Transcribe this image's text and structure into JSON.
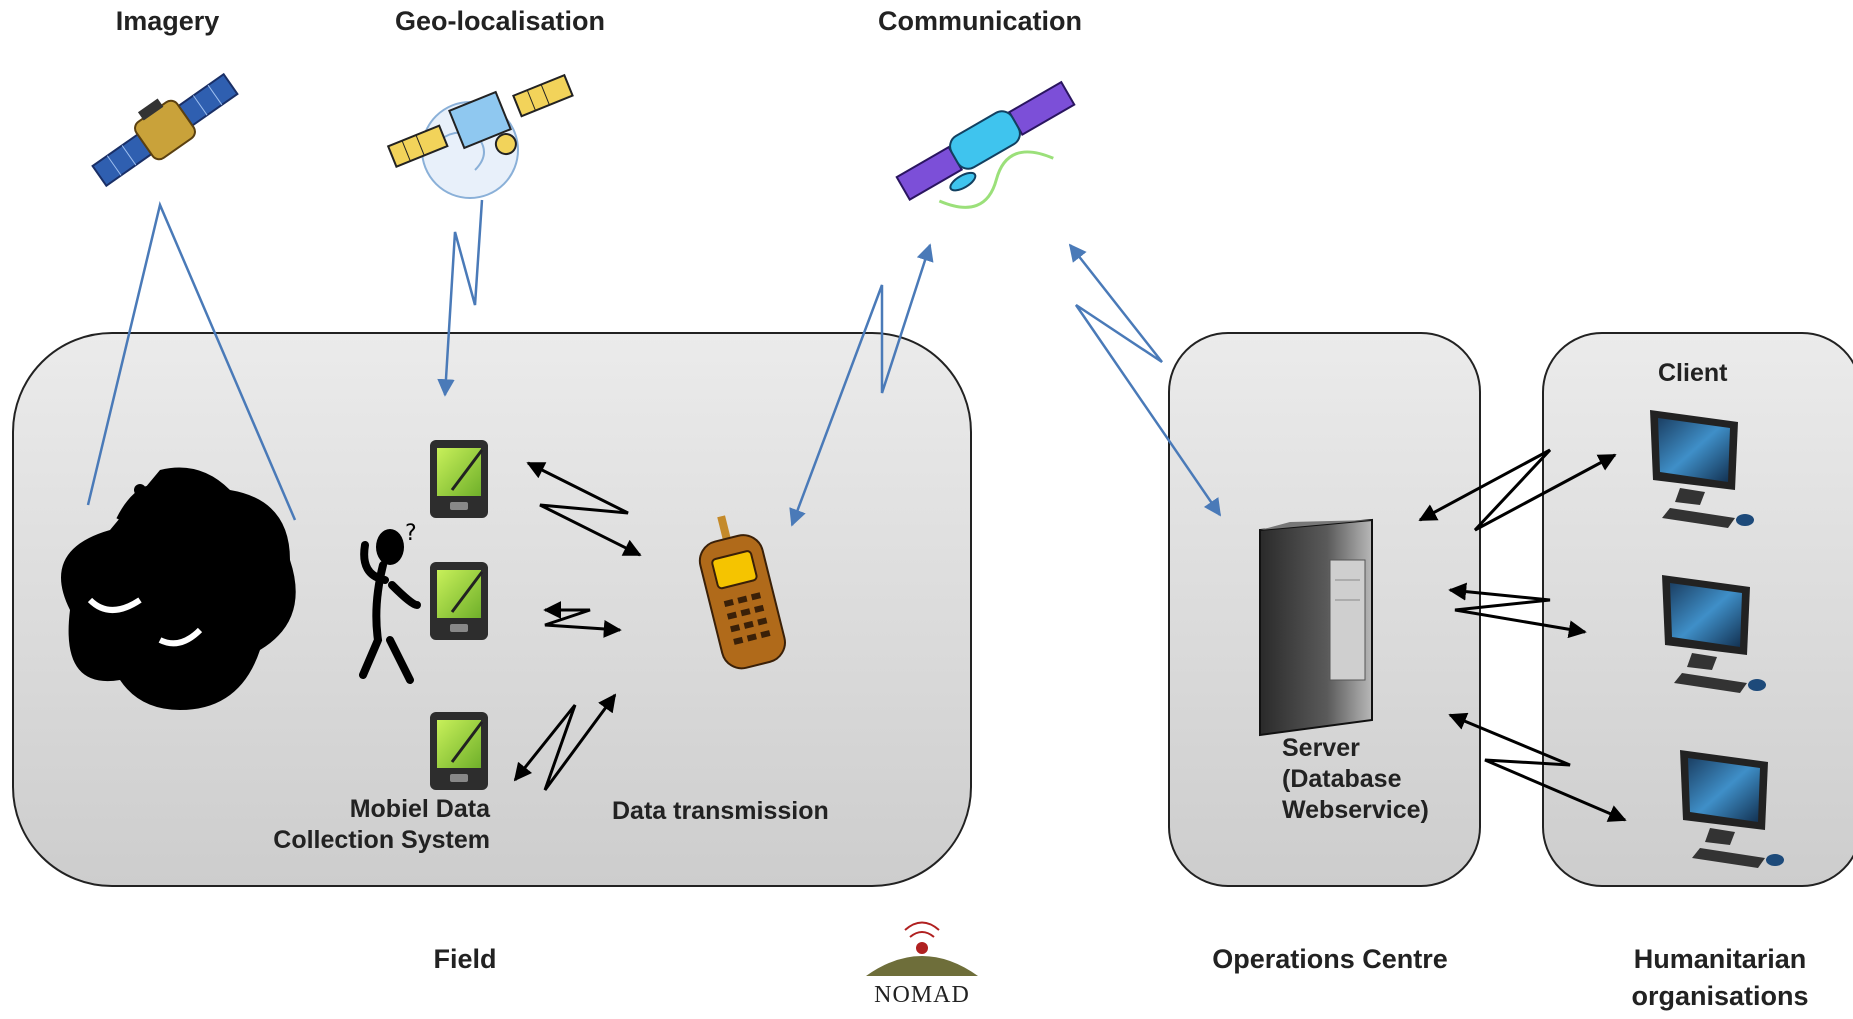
{
  "top_labels": {
    "imagery": "Imagery",
    "geo": "Geo-localisation",
    "communication": "Communication"
  },
  "field": {
    "mobile_label_line1": "Mobiel Data",
    "mobile_label_line2": "Collection System",
    "transmission_label": "Data transmission"
  },
  "operations": {
    "server_line1": "Server",
    "server_line2": "(Database",
    "server_line3": "Webservice)"
  },
  "humanitarian": {
    "client_label": "Client"
  },
  "bottom_labels": {
    "field": "Field",
    "operations_centre": "Operations Centre",
    "humanitarian_line1": "Humanitarian",
    "humanitarian_line2": "organisations"
  },
  "logo": {
    "text": "NOMAD"
  },
  "colors": {
    "link_blue": "#4a7ab8",
    "box_border": "#222222"
  },
  "icons": [
    "imagery-satellite-icon",
    "gps-satellite-icon",
    "communication-satellite-icon",
    "volcano-disaster-icon",
    "person-thinking-icon",
    "pda-icon",
    "mobile-phone-icon",
    "server-icon",
    "computer-icon",
    "nomad-logo"
  ]
}
